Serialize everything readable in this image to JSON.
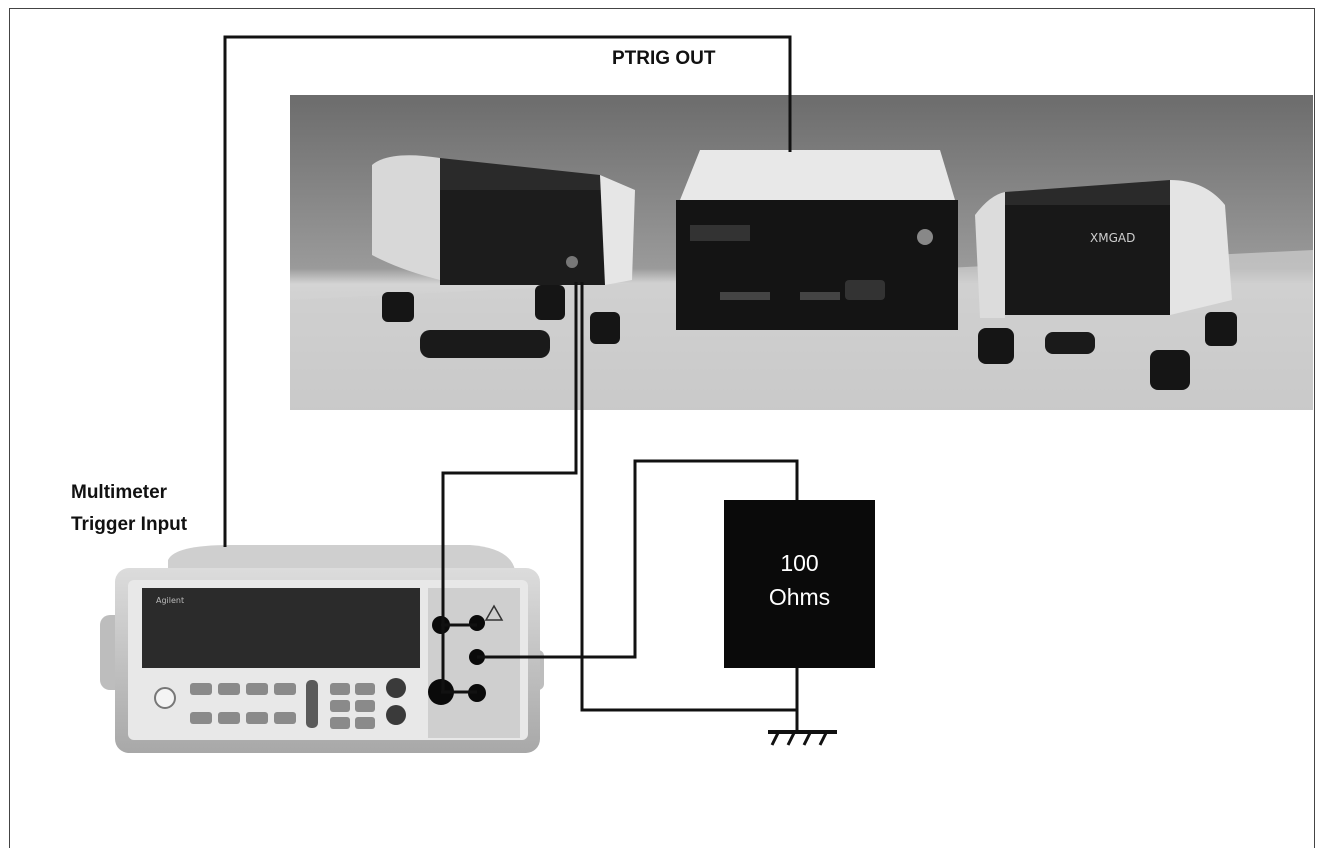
{
  "labels": {
    "ptrig_out": "PTRIG OUT",
    "multimeter_line1": "Multimeter",
    "multimeter_line2": "Trigger Input",
    "resistor_value": "100",
    "resistor_unit": "Ohms"
  },
  "device_labels": {
    "multimeter_brand": "Agilent",
    "right_unit_brand": "XMGAD"
  },
  "colors": {
    "wire": "#111111",
    "resistor_fill": "#0a0a0a",
    "resistor_text": "#ffffff",
    "photo_background": "#8a8a8a",
    "multimeter_panel": "#3a3a3a"
  }
}
